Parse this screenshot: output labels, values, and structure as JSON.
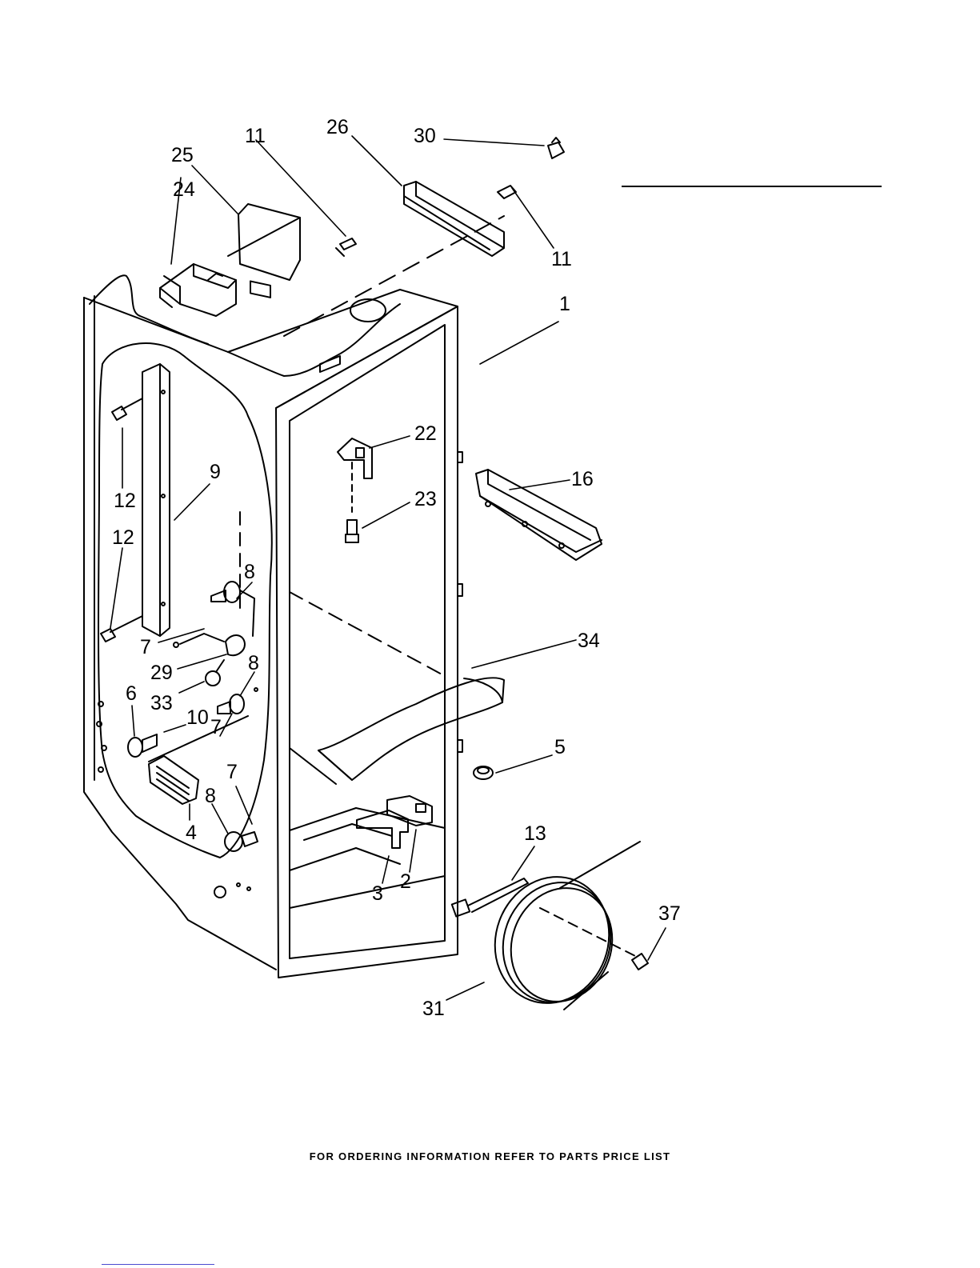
{
  "diagram": {
    "callouts": [
      "1",
      "2",
      "3",
      "4",
      "5",
      "6",
      "7",
      "7",
      "7",
      "8",
      "8",
      "8",
      "9",
      "10",
      "11",
      "11",
      "12",
      "12",
      "13",
      "16",
      "22",
      "23",
      "24",
      "25",
      "26",
      "29",
      "30",
      "31",
      "33",
      "34",
      "37"
    ]
  },
  "footer": {
    "text": "FOR ORDERING INFORMATION REFER TO PARTS PRICE LIST"
  },
  "colors": {
    "ink": "#000000",
    "link": "#4a4ad0"
  }
}
